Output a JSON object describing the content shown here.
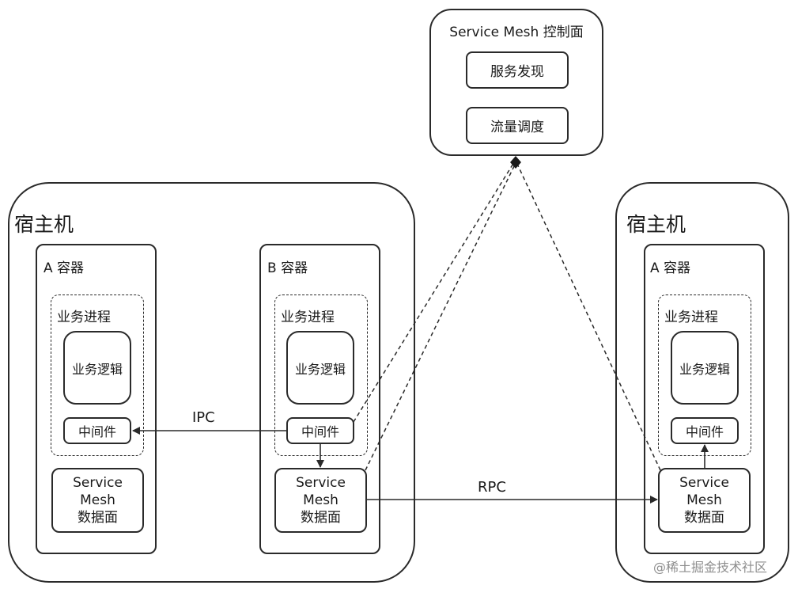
{
  "control_plane": {
    "title": "Service Mesh 控制面",
    "items": [
      "服务发现",
      "流量调度"
    ]
  },
  "hosts": [
    {
      "title": "宿主机",
      "containers": [
        {
          "title": "A 容器",
          "process": "业务进程",
          "logic": "业务逻辑",
          "middleware": "中间件",
          "data_plane": [
            "Service",
            "Mesh",
            "数据面"
          ]
        },
        {
          "title": "B 容器",
          "process": "业务进程",
          "logic": "业务逻辑",
          "middleware": "中间件",
          "data_plane": [
            "Service",
            "Mesh",
            "数据面"
          ]
        }
      ]
    },
    {
      "title": "宿主机",
      "containers": [
        {
          "title": "A 容器",
          "process": "业务进程",
          "logic": "业务逻辑",
          "middleware": "中间件",
          "data_plane": [
            "Service",
            "Mesh",
            "数据面"
          ]
        }
      ]
    }
  ],
  "edges": {
    "ipc": "IPC",
    "rpc": "RPC"
  },
  "watermark": "@稀土掘金技术社区"
}
